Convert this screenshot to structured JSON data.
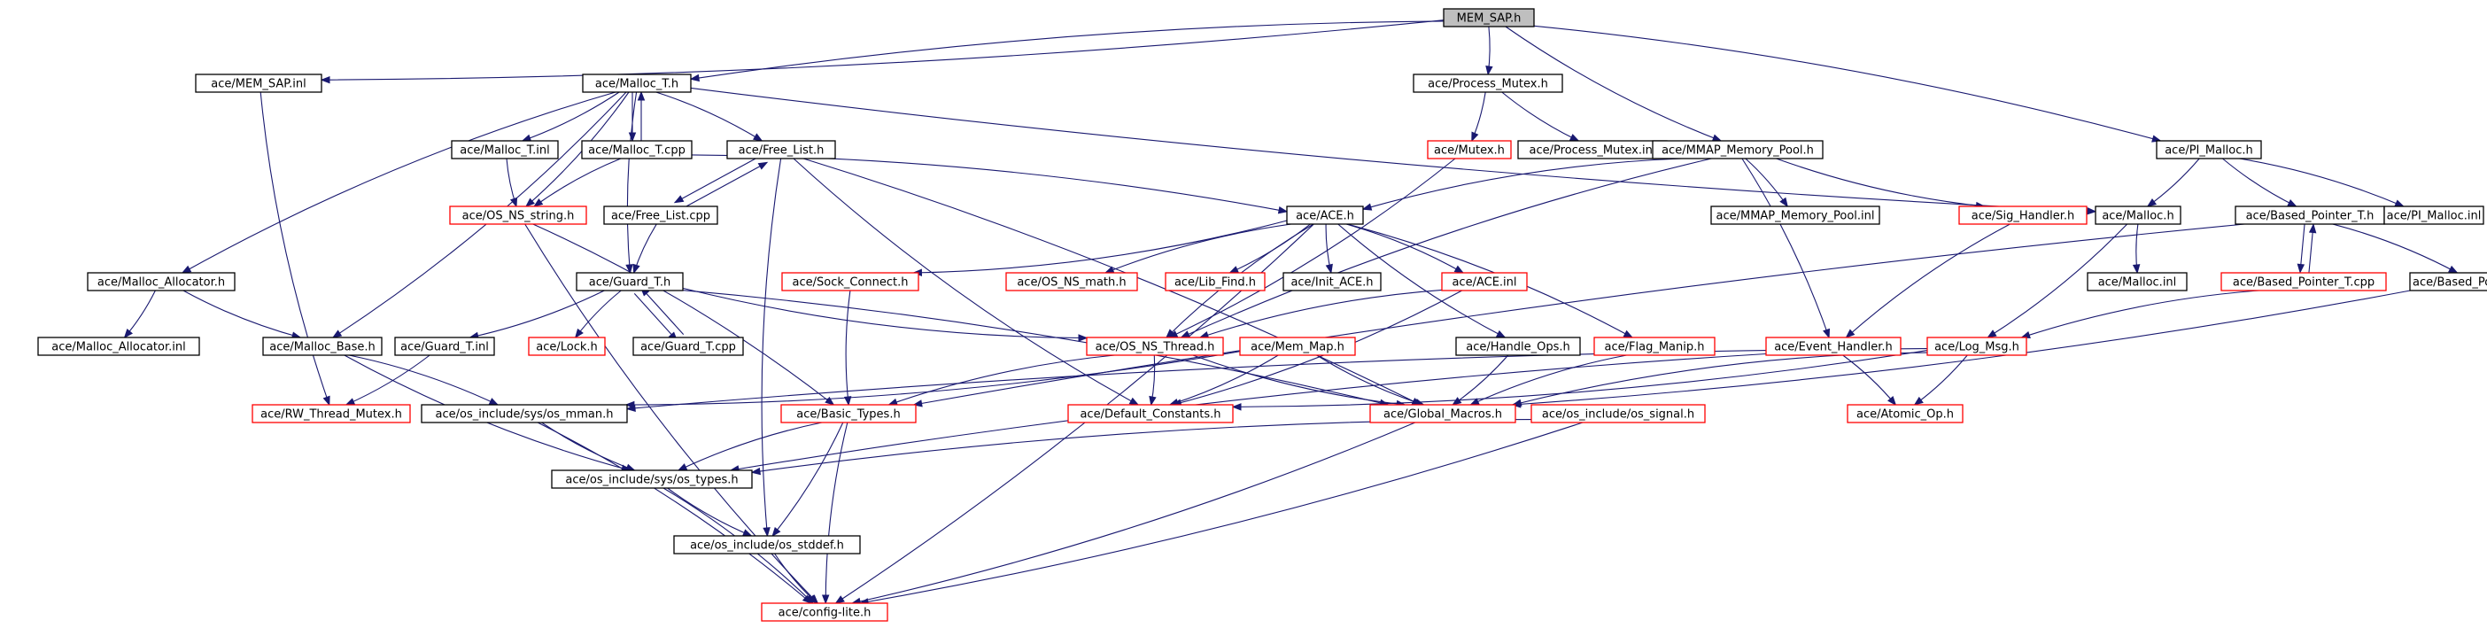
{
  "graph": {
    "colors": {
      "edge": "#191970",
      "border_plain": "#000000",
      "border_incomplete": "#ff0000",
      "root_fill": "#bfbfbf"
    },
    "nodes": [
      {
        "id": "mem_sap_h",
        "label": "MEM_SAP.h",
        "root": true
      },
      {
        "id": "mem_sap_inl",
        "label": "ace/MEM_SAP.inl"
      },
      {
        "id": "malloc_t_h",
        "label": "ace/Malloc_T.h"
      },
      {
        "id": "process_mutex_h",
        "label": "ace/Process_Mutex.h"
      },
      {
        "id": "pi_malloc_h",
        "label": "ace/PI_Malloc.h"
      },
      {
        "id": "malloc_t_inl",
        "label": "ace/Malloc_T.inl"
      },
      {
        "id": "malloc_t_cpp",
        "label": "ace/Malloc_T.cpp"
      },
      {
        "id": "free_list_h",
        "label": "ace/Free_List.h"
      },
      {
        "id": "mutex_h",
        "label": "ace/Mutex.h",
        "incomplete": true
      },
      {
        "id": "process_mutex_inl",
        "label": "ace/Process_Mutex.inl"
      },
      {
        "id": "mmap_pool_h",
        "label": "ace/MMAP_Memory_Pool.h"
      },
      {
        "id": "os_ns_string_h",
        "label": "ace/OS_NS_string.h",
        "incomplete": true
      },
      {
        "id": "free_list_cpp",
        "label": "ace/Free_List.cpp"
      },
      {
        "id": "ace_h",
        "label": "ace/ACE.h"
      },
      {
        "id": "mmap_pool_inl",
        "label": "ace/MMAP_Memory_Pool.inl"
      },
      {
        "id": "sig_handler_h",
        "label": "ace/Sig_Handler.h",
        "incomplete": true
      },
      {
        "id": "malloc_h",
        "label": "ace/Malloc.h"
      },
      {
        "id": "based_pointer_t_h",
        "label": "ace/Based_Pointer_T.h"
      },
      {
        "id": "pi_malloc_inl",
        "label": "ace/PI_Malloc.inl"
      },
      {
        "id": "malloc_allocator_h",
        "label": "ace/Malloc_Allocator.h"
      },
      {
        "id": "guard_t_h",
        "label": "ace/Guard_T.h"
      },
      {
        "id": "sock_connect_h",
        "label": "ace/Sock_Connect.h",
        "incomplete": true
      },
      {
        "id": "os_ns_math_h",
        "label": "ace/OS_NS_math.h",
        "incomplete": true
      },
      {
        "id": "lib_find_h",
        "label": "ace/Lib_Find.h",
        "incomplete": true
      },
      {
        "id": "init_ace_h",
        "label": "ace/Init_ACE.h"
      },
      {
        "id": "ace_inl",
        "label": "ace/ACE.inl",
        "incomplete": true
      },
      {
        "id": "malloc_inl",
        "label": "ace/Malloc.inl"
      },
      {
        "id": "based_pointer_t_cpp",
        "label": "ace/Based_Pointer_T.cpp",
        "incomplete": true
      },
      {
        "id": "based_pointer_t_inl",
        "label": "ace/Based_Pointer_T.inl"
      },
      {
        "id": "malloc_allocator_inl",
        "label": "ace/Malloc_Allocator.inl"
      },
      {
        "id": "malloc_base_h",
        "label": "ace/Malloc_Base.h"
      },
      {
        "id": "guard_t_inl",
        "label": "ace/Guard_T.inl"
      },
      {
        "id": "lock_h",
        "label": "ace/Lock.h",
        "incomplete": true
      },
      {
        "id": "guard_t_cpp",
        "label": "ace/Guard_T.cpp"
      },
      {
        "id": "os_ns_thread_h",
        "label": "ace/OS_NS_Thread.h",
        "incomplete": true
      },
      {
        "id": "mem_map_h",
        "label": "ace/Mem_Map.h",
        "incomplete": true
      },
      {
        "id": "handle_ops_h",
        "label": "ace/Handle_Ops.h"
      },
      {
        "id": "flag_manip_h",
        "label": "ace/Flag_Manip.h",
        "incomplete": true
      },
      {
        "id": "event_handler_h",
        "label": "ace/Event_Handler.h",
        "incomplete": true
      },
      {
        "id": "log_msg_h",
        "label": "ace/Log_Msg.h",
        "incomplete": true
      },
      {
        "id": "rw_thread_mutex_h",
        "label": "ace/RW_Thread_Mutex.h",
        "incomplete": true
      },
      {
        "id": "os_mman_h",
        "label": "ace/os_include/sys/os_mman.h"
      },
      {
        "id": "basic_types_h",
        "label": "ace/Basic_Types.h",
        "incomplete": true
      },
      {
        "id": "default_constants_h",
        "label": "ace/Default_Constants.h",
        "incomplete": true
      },
      {
        "id": "global_macros_h",
        "label": "ace/Global_Macros.h",
        "incomplete": true
      },
      {
        "id": "os_signal_h",
        "label": "ace/os_include/os_signal.h",
        "incomplete": true
      },
      {
        "id": "atomic_op_h",
        "label": "ace/Atomic_Op.h",
        "incomplete": true
      },
      {
        "id": "os_types_h",
        "label": "ace/os_include/sys/os_types.h"
      },
      {
        "id": "os_stddef_h",
        "label": "ace/os_include/os_stddef.h"
      },
      {
        "id": "config_lite_h",
        "label": "ace/config-lite.h",
        "incomplete": true
      }
    ],
    "edges": [
      [
        "mem_sap_h",
        "mem_sap_inl"
      ],
      [
        "mem_sap_h",
        "malloc_t_h"
      ],
      [
        "mem_sap_h",
        "process_mutex_h"
      ],
      [
        "mem_sap_h",
        "mmap_pool_h"
      ],
      [
        "mem_sap_h",
        "pi_malloc_h"
      ],
      [
        "mem_sap_inl",
        "rw_thread_mutex_h"
      ],
      [
        "malloc_t_h",
        "malloc_t_inl"
      ],
      [
        "malloc_t_h",
        "malloc_t_cpp"
      ],
      [
        "malloc_t_h",
        "free_list_h"
      ],
      [
        "malloc_t_h",
        "malloc_allocator_h"
      ],
      [
        "malloc_t_h",
        "malloc_base_h"
      ],
      [
        "malloc_t_h",
        "guard_t_h"
      ],
      [
        "malloc_t_h",
        "os_ns_string_h"
      ],
      [
        "malloc_t_h",
        "malloc_h"
      ],
      [
        "malloc_t_cpp",
        "malloc_t_h"
      ],
      [
        "malloc_t_cpp",
        "os_ns_string_h"
      ],
      [
        "malloc_t_cpp",
        "ace_h"
      ],
      [
        "malloc_t_inl",
        "os_ns_string_h"
      ],
      [
        "free_list_h",
        "free_list_cpp"
      ],
      [
        "free_list_h",
        "default_constants_h"
      ],
      [
        "free_list_h",
        "global_macros_h"
      ],
      [
        "free_list_h",
        "os_stddef_h"
      ],
      [
        "free_list_cpp",
        "free_list_h"
      ],
      [
        "free_list_cpp",
        "guard_t_h"
      ],
      [
        "process_mutex_h",
        "mutex_h"
      ],
      [
        "process_mutex_h",
        "process_mutex_inl"
      ],
      [
        "mutex_h",
        "os_ns_thread_h"
      ],
      [
        "mmap_pool_h",
        "ace_h"
      ],
      [
        "mmap_pool_h",
        "mmap_pool_inl"
      ],
      [
        "mmap_pool_h",
        "sig_handler_h"
      ],
      [
        "mmap_pool_h",
        "event_handler_h"
      ],
      [
        "mmap_pool_h",
        "os_ns_thread_h"
      ],
      [
        "pi_malloc_h",
        "malloc_h"
      ],
      [
        "pi_malloc_h",
        "based_pointer_t_h"
      ],
      [
        "pi_malloc_h",
        "pi_malloc_inl"
      ],
      [
        "malloc_h",
        "malloc_inl"
      ],
      [
        "malloc_h",
        "log_msg_h"
      ],
      [
        "based_pointer_t_h",
        "based_pointer_t_cpp"
      ],
      [
        "based_pointer_t_h",
        "based_pointer_t_inl"
      ],
      [
        "based_pointer_t_h",
        "basic_types_h"
      ],
      [
        "based_pointer_t_cpp",
        "based_pointer_t_h"
      ],
      [
        "based_pointer_t_cpp",
        "log_msg_h"
      ],
      [
        "based_pointer_t_inl",
        "global_macros_h"
      ],
      [
        "sig_handler_h",
        "event_handler_h"
      ],
      [
        "event_handler_h",
        "atomic_op_h"
      ],
      [
        "event_handler_h",
        "os_types_h"
      ],
      [
        "log_msg_h",
        "default_constants_h"
      ],
      [
        "log_msg_h",
        "global_macros_h"
      ],
      [
        "log_msg_h",
        "atomic_op_h"
      ],
      [
        "log_msg_h",
        "os_mman_h"
      ],
      [
        "os_ns_string_h",
        "basic_types_h"
      ],
      [
        "os_ns_string_h",
        "config_lite_h"
      ],
      [
        "ace_h",
        "sock_connect_h"
      ],
      [
        "ace_h",
        "os_ns_math_h"
      ],
      [
        "ace_h",
        "lib_find_h"
      ],
      [
        "ace_h",
        "init_ace_h"
      ],
      [
        "ace_h",
        "ace_inl"
      ],
      [
        "ace_h",
        "handle_ops_h"
      ],
      [
        "ace_h",
        "flag_manip_h"
      ],
      [
        "ace_h",
        "os_ns_thread_h"
      ],
      [
        "ace_h",
        "config_lite_h"
      ],
      [
        "ace_inl",
        "os_ns_thread_h"
      ],
      [
        "ace_inl",
        "default_constants_h"
      ],
      [
        "sock_connect_h",
        "basic_types_h"
      ],
      [
        "handle_ops_h",
        "global_macros_h"
      ],
      [
        "flag_manip_h",
        "global_macros_h"
      ],
      [
        "malloc_allocator_h",
        "malloc_allocator_inl"
      ],
      [
        "malloc_allocator_h",
        "malloc_base_h"
      ],
      [
        "malloc_base_h",
        "os_mman_h"
      ],
      [
        "malloc_base_h",
        "os_types_h"
      ],
      [
        "guard_t_h",
        "guard_t_inl"
      ],
      [
        "guard_t_h",
        "lock_h"
      ],
      [
        "guard_t_h",
        "guard_t_cpp"
      ],
      [
        "guard_t_h",
        "os_ns_thread_h"
      ],
      [
        "guard_t_h",
        "global_macros_h"
      ],
      [
        "guard_t_cpp",
        "guard_t_h"
      ],
      [
        "guard_t_inl",
        "rw_thread_mutex_h"
      ],
      [
        "os_ns_thread_h",
        "basic_types_h"
      ],
      [
        "os_ns_thread_h",
        "default_constants_h"
      ],
      [
        "os_ns_thread_h",
        "global_macros_h"
      ],
      [
        "mem_map_h",
        "default_constants_h"
      ],
      [
        "mem_map_h",
        "global_macros_h"
      ],
      [
        "mem_map_h",
        "os_mman_h"
      ],
      [
        "os_mman_h",
        "os_types_h"
      ],
      [
        "os_mman_h",
        "config_lite_h"
      ],
      [
        "basic_types_h",
        "os_types_h"
      ],
      [
        "basic_types_h",
        "os_stddef_h"
      ],
      [
        "basic_types_h",
        "config_lite_h"
      ],
      [
        "global_macros_h",
        "config_lite_h"
      ],
      [
        "os_signal_h",
        "os_types_h"
      ],
      [
        "os_signal_h",
        "config_lite_h"
      ],
      [
        "os_types_h",
        "os_stddef_h"
      ],
      [
        "os_types_h",
        "config_lite_h"
      ],
      [
        "os_stddef_h",
        "config_lite_h"
      ]
    ]
  }
}
